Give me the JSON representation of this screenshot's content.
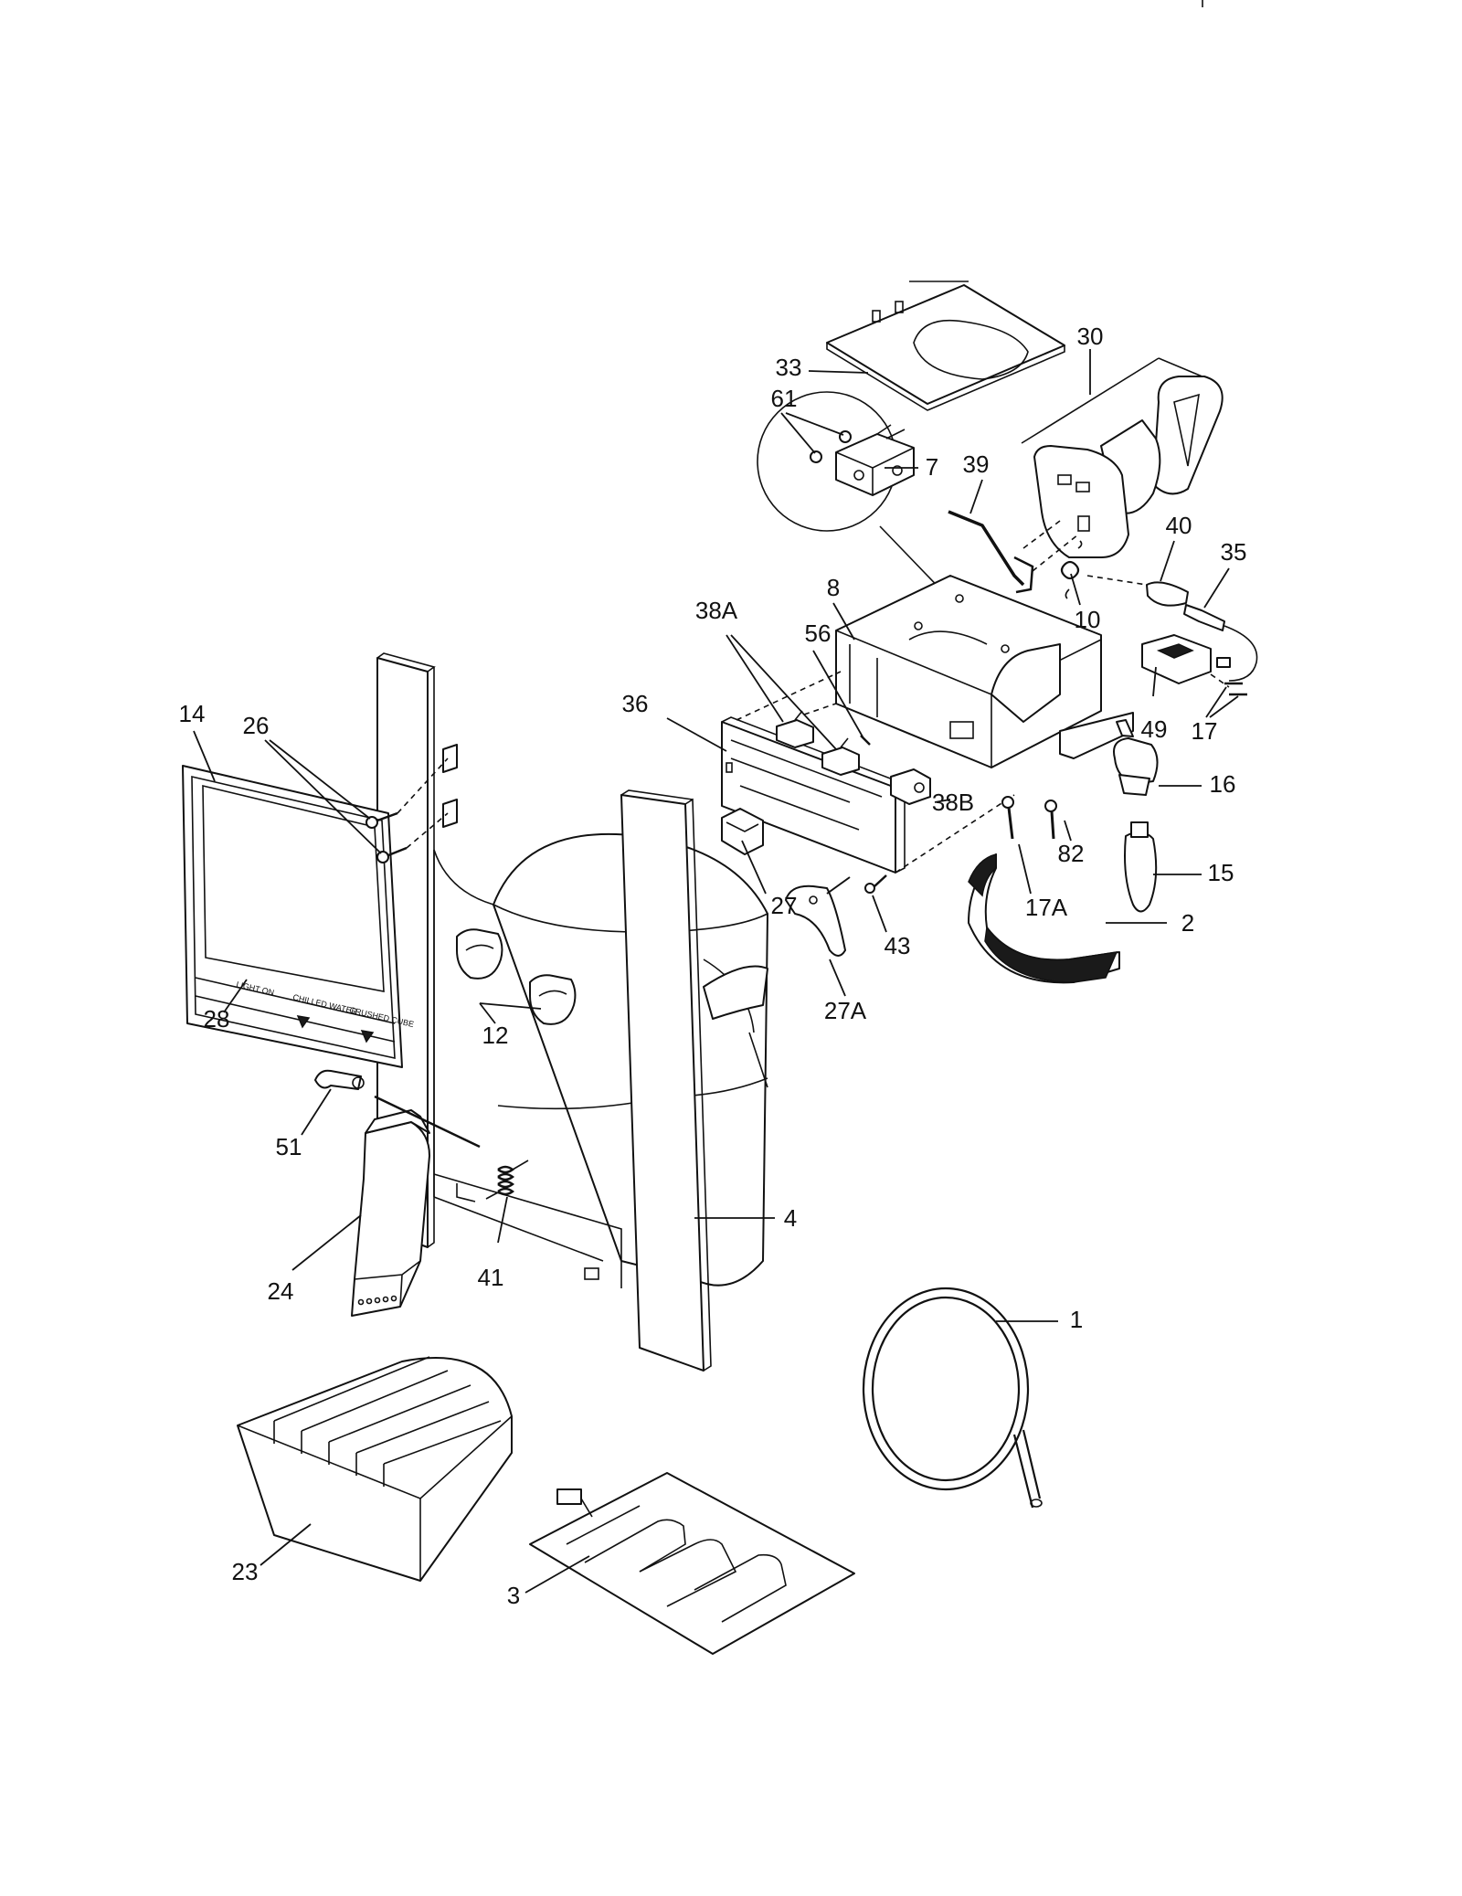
{
  "callouts": {
    "c33": "33",
    "c30": "30",
    "c61": "61",
    "c7": "7",
    "c39": "39",
    "c40": "40",
    "c35": "35",
    "c8": "8",
    "c38A": "38A",
    "c56": "56",
    "c10": "10",
    "c36": "36",
    "c49": "49",
    "c17": "17",
    "c14": "14",
    "c26": "26",
    "c16": "16",
    "c38B": "38B",
    "c82": "82",
    "c15": "15",
    "c17A": "17A",
    "c27": "27",
    "c43": "43",
    "c2": "2",
    "c27A": "27A",
    "c28": "28",
    "c12": "12",
    "c51": "51",
    "c41": "41",
    "c4": "4",
    "c24": "24",
    "c1": "1",
    "c3": "3",
    "c23": "23"
  },
  "panel_text": {
    "light": "LIGHT ON",
    "water": "CHILLED WATER",
    "ice": "CRUSHED CUBE"
  }
}
